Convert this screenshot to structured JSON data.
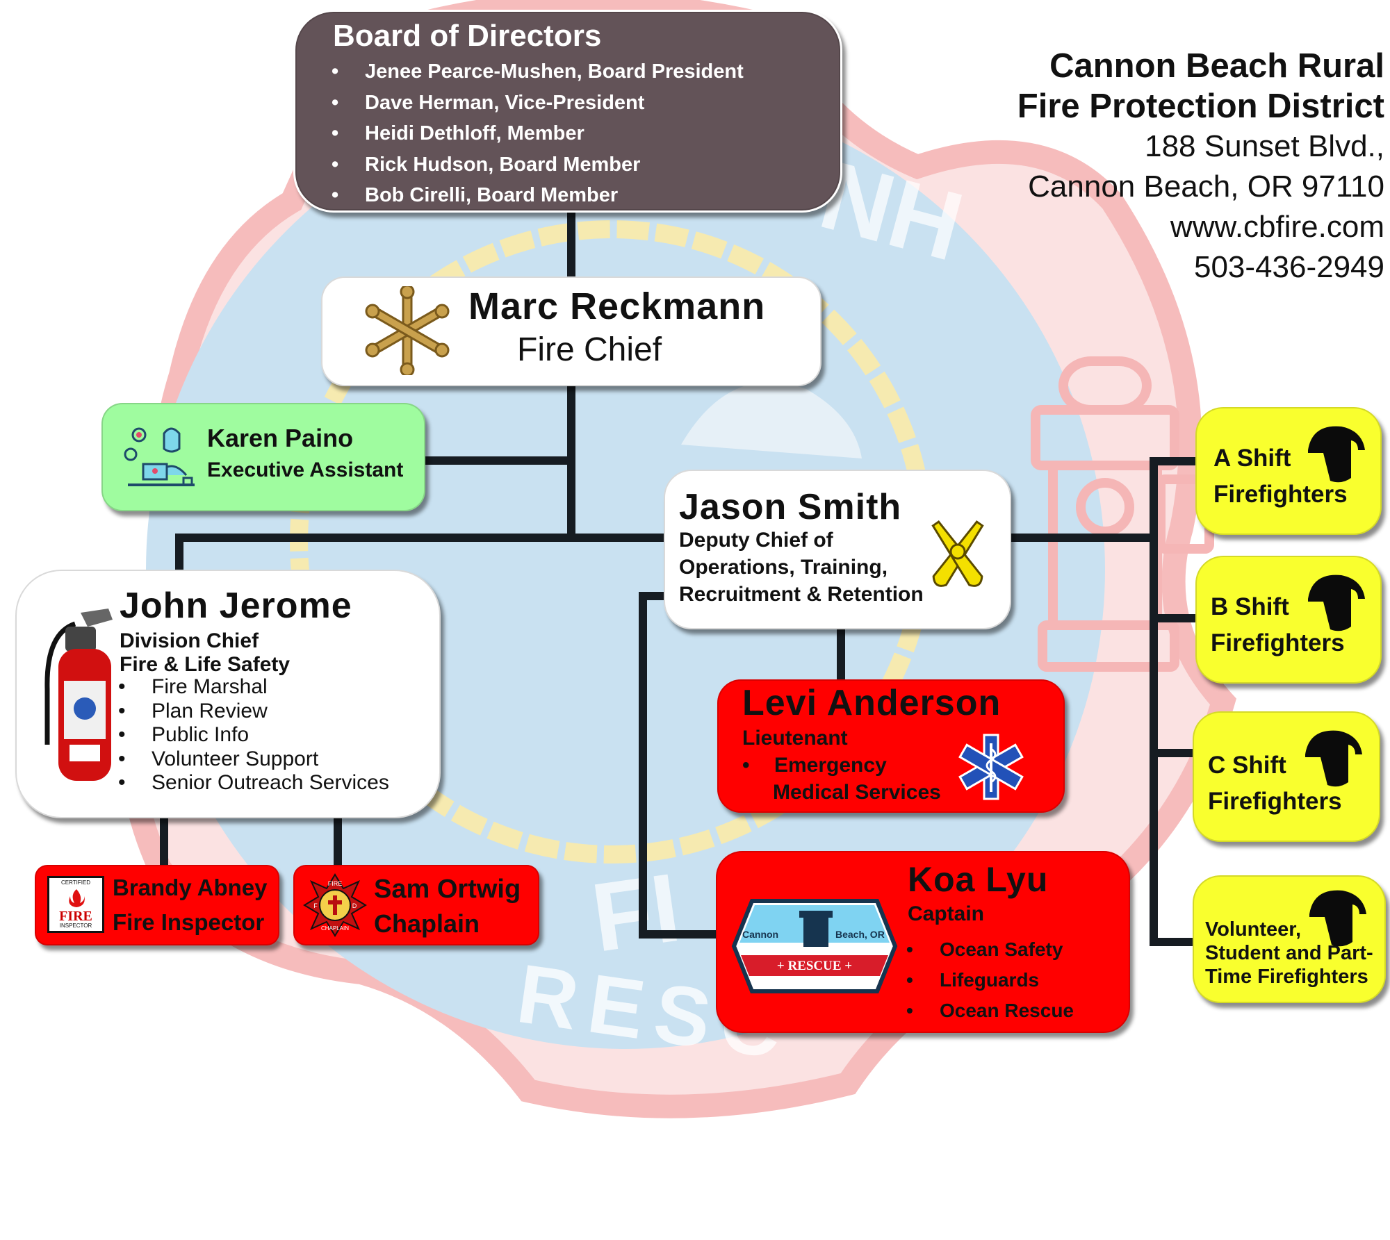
{
  "board": {
    "title": "Board of Directors",
    "members": [
      "Jenee Pearce-Mushen, Board President",
      "Dave Herman, Vice-President",
      "Heidi Dethloff, Member",
      "Rick Hudson, Board Member",
      "Bob Cirelli, Board Member"
    ]
  },
  "district": {
    "name_line1": "Cannon Beach Rural",
    "name_line2": "Fire Protection District",
    "address1": "188 Sunset Blvd.,",
    "address2": "Cannon Beach, OR 97110",
    "website": "www.cbfire.com",
    "phone": "503-436-2949"
  },
  "chief": {
    "name": "Marc Reckmann",
    "title": "Fire Chief"
  },
  "assistant": {
    "name": "Karen Paino",
    "title": "Executive Assistant"
  },
  "deputy": {
    "name": "Jason Smith",
    "title_lines": [
      "Deputy Chief of",
      "Operations, Training,",
      "Recruitment & Retention"
    ]
  },
  "division_chief": {
    "name": "John Jerome",
    "title1": "Division Chief",
    "title2": "Fire & Life Safety",
    "duties": [
      "Fire Marshal",
      "Plan Review",
      "Public Info",
      "Volunteer Support",
      "Senior Outreach Services"
    ]
  },
  "inspector": {
    "name": "Brandy Abney",
    "title": "Fire Inspector",
    "badge_top": "CERTIFIED",
    "badge_word": "FIRE",
    "badge_bottom": "INSPECTOR"
  },
  "chaplain": {
    "name": "Sam Ortwig",
    "title": "Chaplain",
    "badge_top": "FIRE",
    "badge_bottom": "CHAPLAIN",
    "badge_left": "F",
    "badge_right": "D"
  },
  "lieutenant": {
    "name": "Levi Anderson",
    "title": "Lieutenant",
    "duty_line1": "Emergency",
    "duty_line2": "Medical Services"
  },
  "captain": {
    "name": "Koa Lyu",
    "title": "Captain",
    "duties": [
      "Ocean Safety",
      "Lifeguards",
      "Ocean Rescue"
    ],
    "logo_left": "Cannon",
    "logo_right": "Beach, OR",
    "logo_banner": "+ RESCUE +"
  },
  "shifts": [
    {
      "line1": "A Shift",
      "line2": "Firefighters"
    },
    {
      "line1": "B Shift",
      "line2": "Firefighters"
    },
    {
      "line1": "C Shift",
      "line2": "Firefighters"
    }
  ],
  "volunteer": {
    "line1": "Volunteer,",
    "line2": "Student and Part-",
    "line3": "Time Firefighters"
  },
  "watermark": {
    "letters_top": "NH",
    "letters_bottom": "RESC",
    "letters_mid": "FI"
  },
  "colors": {
    "board": "#635358",
    "red_card": "#ff0000",
    "green_card": "#9ffc9f",
    "yellow_card": "#f9ff2e",
    "line": "#161c22"
  }
}
